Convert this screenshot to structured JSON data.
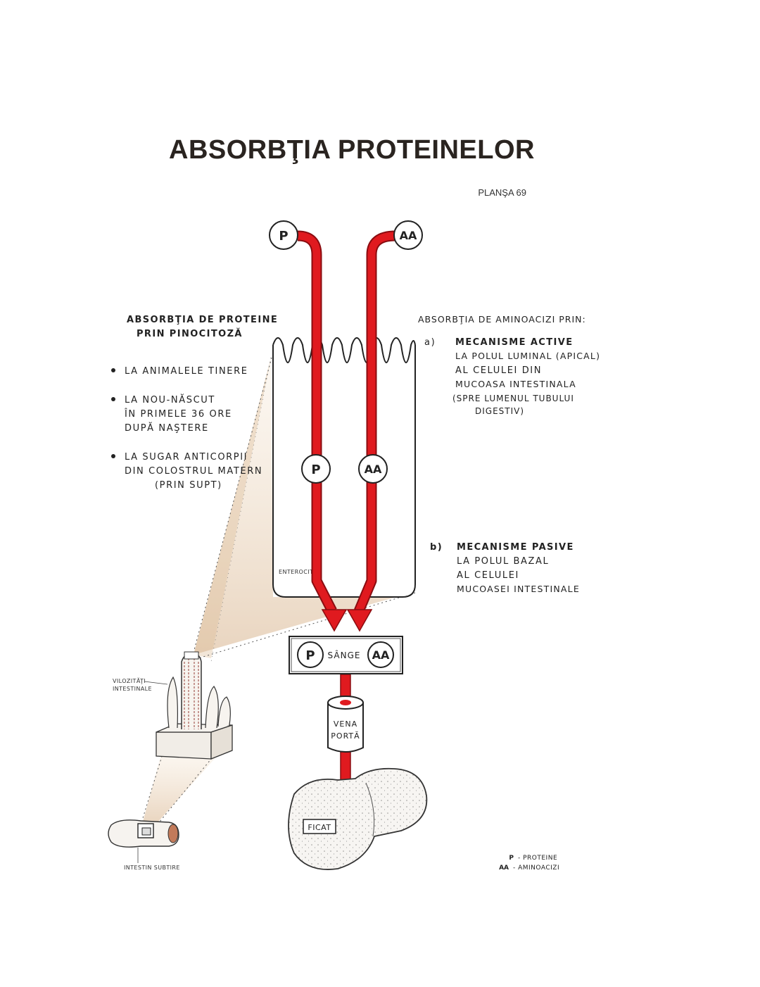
{
  "title": "ABSORBŢIA PROTEINELOR",
  "plate": "PLANŞA 69",
  "markers": {
    "p": "P",
    "aa": "AA",
    "sange": "SÂNGE"
  },
  "left_block": {
    "heading_line1": "ABSORBŢIA DE PROTEINE",
    "heading_line2": "PRIN PINOCITOZĂ",
    "bullets": [
      {
        "lines": [
          "LA ANIMALELE TINERE"
        ]
      },
      {
        "lines": [
          "LA NOU-NĂSCUT",
          "ÎN PRIMELE 36 ORE",
          "DUPĂ NAŞTERE"
        ]
      },
      {
        "lines": [
          "LA SUGAR ANTICORPII",
          "DIN COLOSTRUL MATERN",
          "(PRIN SUPT)"
        ]
      }
    ]
  },
  "right_block": {
    "heading": "ABSORBŢIA DE AMINOACIZI PRIN:",
    "a": {
      "marker": "a)",
      "title": "MECANISME ACTIVE",
      "lines": [
        "LA POLUL LUMINAL (APICAL)",
        "AL CELULEI DIN",
        "MUCOASA INTESTINALA",
        "(SPRE LUMENUL TUBULUI",
        "DIGESTIV)"
      ]
    },
    "b": {
      "marker": "b)",
      "title": "MECANISME PASIVE",
      "lines": [
        "LA POLUL BAZAL",
        "AL CELULEI",
        "MUCOASEI INTESTINALE"
      ]
    }
  },
  "labels": {
    "enterocit": "ENTEROCIT",
    "vena_line1": "VENA",
    "vena_line2": "PORTĂ",
    "ficat": "FICAT",
    "vilozitati_line1": "VILOZITĂŢI",
    "vilozitati_line2": "INTESTINALE",
    "intestin": "INTESTIN SUBTIRE"
  },
  "legend": [
    {
      "key": "P",
      "text": "- PROTEINE"
    },
    {
      "key": "AA",
      "text": "- AMINOACIZI"
    }
  ],
  "colors": {
    "flow_red": "#e01a1f",
    "flow_dark": "#8a0c10",
    "cone_tan": "#d8b48a"
  }
}
